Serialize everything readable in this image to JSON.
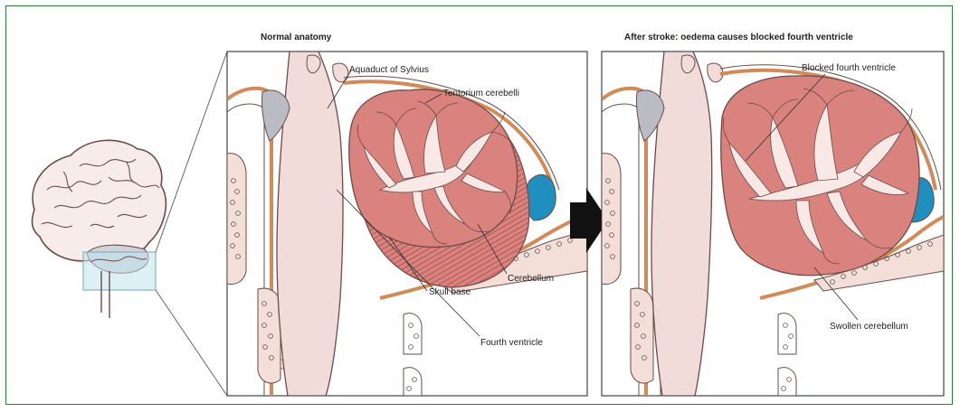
{
  "panels": {
    "left": {
      "title": "Normal anatomy",
      "labels": {
        "aquaduct": "Aquaduct of Sylvius",
        "tentorium": "Tentorium cerebelli",
        "cerebellum": "Cerebellum",
        "skull_base": "Skull base",
        "fourth_ventricle": "Fourth ventricle"
      }
    },
    "right": {
      "title": "After stroke: oedema causes blocked fourth ventricle",
      "labels": {
        "blocked": "Blocked fourth ventricle",
        "swollen": "Swollen cerebellum"
      }
    }
  },
  "colors": {
    "frame": "#2e7d3a",
    "brainstem": "#f1dcd9",
    "cerebellum": "#d9827e",
    "cerebellum_dark": "#b45a57",
    "white_matter": "#f8e8e6",
    "bone": "#d28a58",
    "csf_blue": "#1f8fbf",
    "ventricle_grey": "#b9bcc2",
    "highlight_box": "#bfe3ef"
  }
}
